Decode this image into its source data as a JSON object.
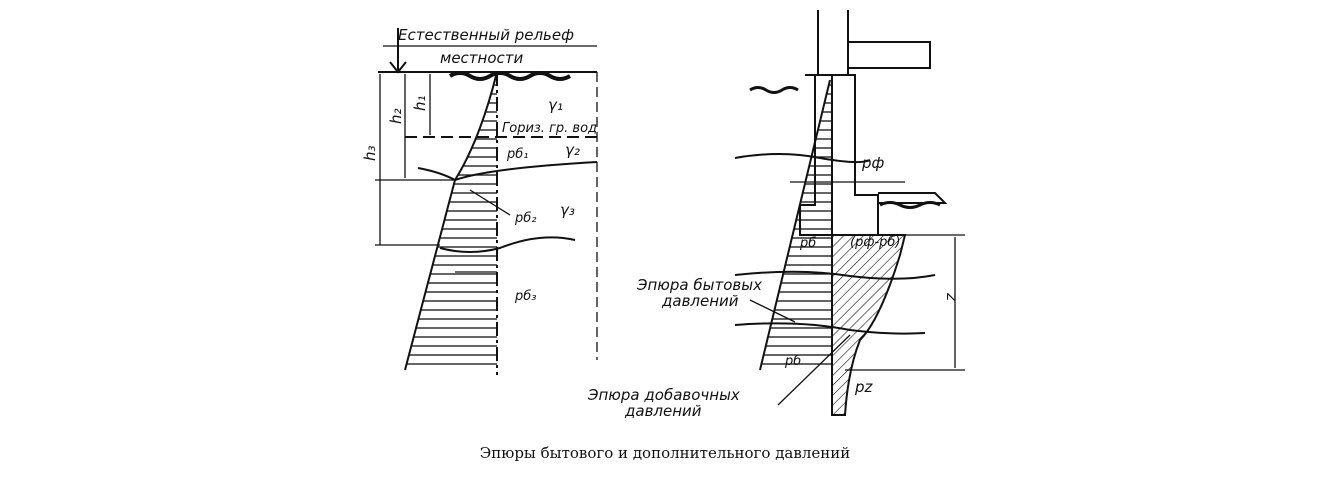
{
  "left_diagram": {
    "ground_label_line1": "Естественный рельеф",
    "ground_label_line2": "местности",
    "h1": "h₁",
    "h2": "h₂",
    "h3": "h₃",
    "gamma1": "γ₁",
    "gamma2": "γ₂",
    "gamma3": "γ₃",
    "water_level": "Гориз. гр. вод",
    "p_b1": "pб₁",
    "p_b2": "pб₂",
    "p_b3": "pб₃"
  },
  "right_diagram": {
    "p_f": "pф",
    "p_b_top": "pб",
    "p_diff": "(pф-pб)",
    "natural_label_line1": "Эпюра бытовых",
    "natural_label_line2": "давлений",
    "z": "z",
    "p_b_bottom": "pб",
    "p_z": "pz",
    "additional_label_line1": "Эпюра добавочных",
    "additional_label_line2": "давлений"
  },
  "caption": "Эпюры бытового и дополнительного давлений"
}
